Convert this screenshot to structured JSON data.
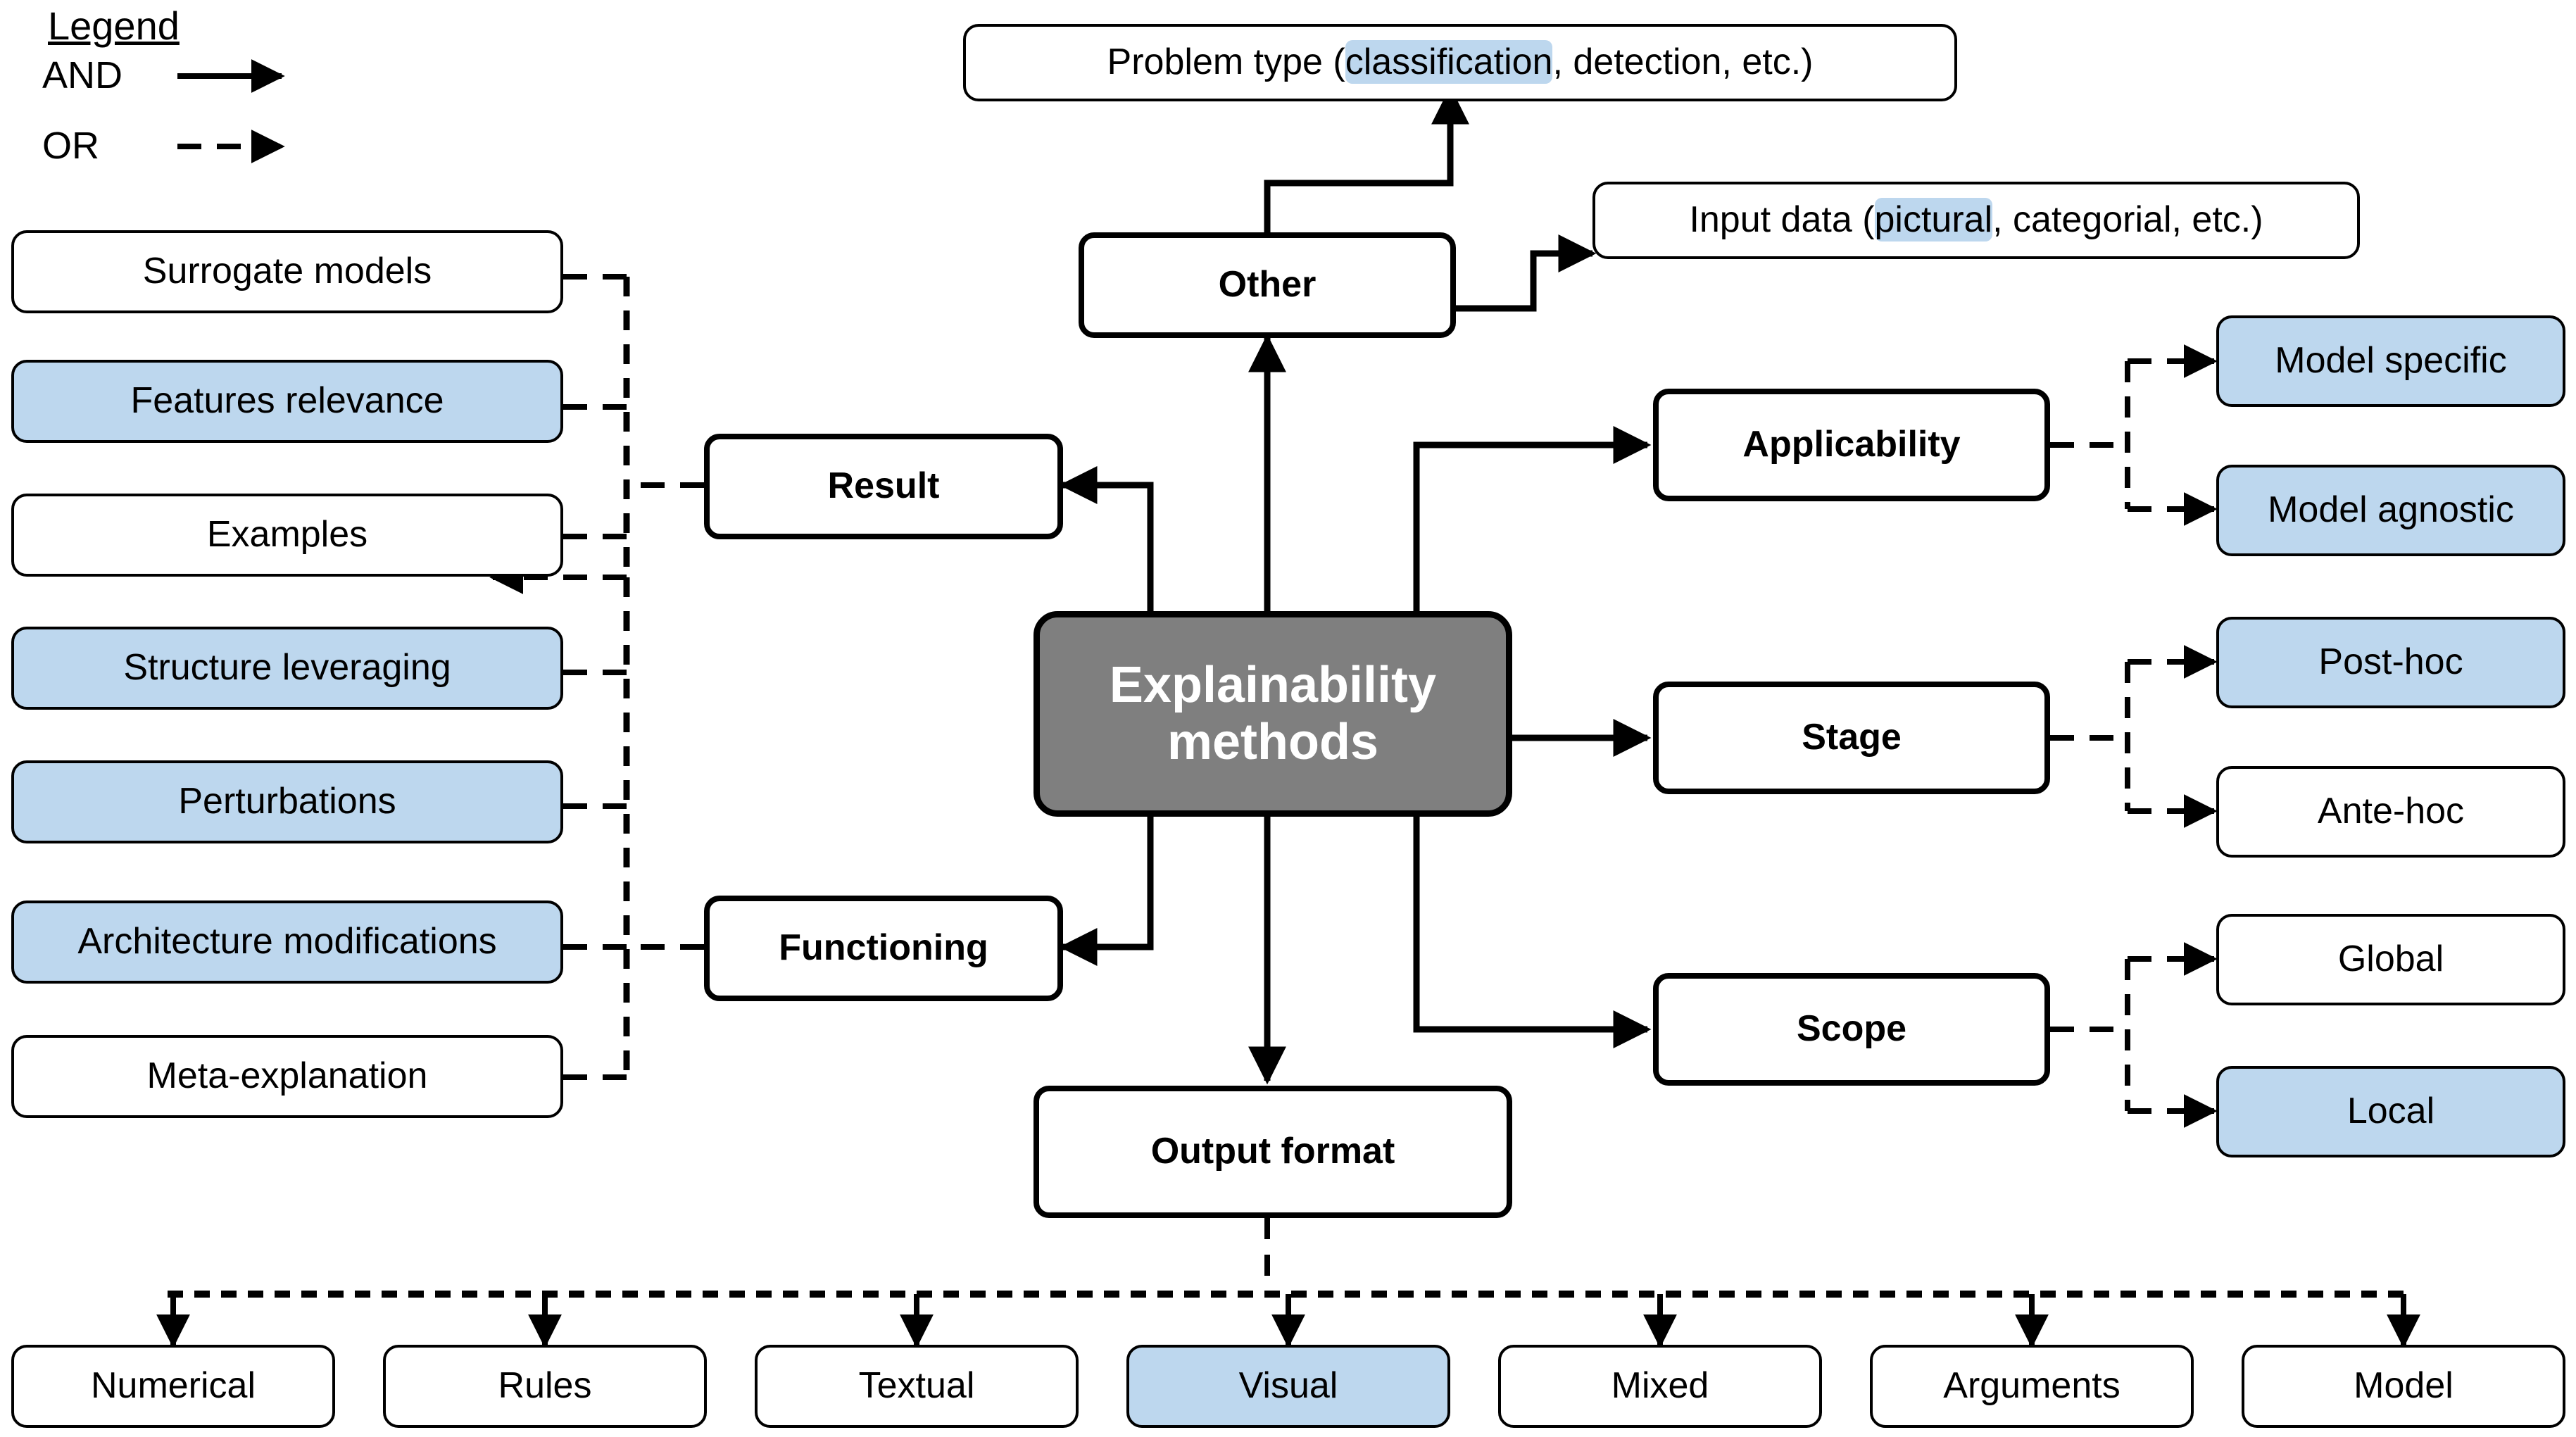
{
  "legend": {
    "title": "Legend",
    "items": [
      {
        "label": "AND",
        "style": "solid-arrow"
      },
      {
        "label": "OR",
        "style": "dashed-arrow"
      }
    ]
  },
  "center_node": {
    "line1": "Explainability",
    "line2": "methods",
    "fill": "#7F7F7F",
    "text_color": "#FFFFFF"
  },
  "highlight_color": "#BDD7EE",
  "categories": {
    "result": {
      "label": "Result",
      "bold": true
    },
    "functioning": {
      "label": "Functioning",
      "bold": true
    },
    "other": {
      "label": "Other",
      "bold": true
    },
    "output_format": {
      "label": "Output format",
      "bold": true
    },
    "applicability": {
      "label": "Applicability",
      "bold": true
    },
    "stage": {
      "label": "Stage",
      "bold": true
    },
    "scope": {
      "label": "Scope",
      "bold": true
    }
  },
  "left_column": [
    {
      "label": "Surrogate models",
      "highlighted": false
    },
    {
      "label": "Features relevance",
      "highlighted": true
    },
    {
      "label": "Examples",
      "highlighted": false
    },
    {
      "label": "Structure leveraging",
      "highlighted": true
    },
    {
      "label": "Perturbations",
      "highlighted": true
    },
    {
      "label": "Architecture modifications",
      "highlighted": true
    },
    {
      "label": "Meta-explanation",
      "highlighted": false
    }
  ],
  "other_children": [
    {
      "prefix": "Problem type (",
      "highlight": "classification",
      "suffix": ", detection, etc.)",
      "full": "Problem type (classification, detection, etc.)"
    },
    {
      "prefix": "Input data (",
      "highlight": "pictural",
      "suffix": ", categorial, etc.)",
      "full": "Input data (pictural, categorial, etc.)"
    }
  ],
  "applicability_children": [
    {
      "label": "Model specific",
      "highlighted": true
    },
    {
      "label": "Model agnostic",
      "highlighted": true
    }
  ],
  "stage_children": [
    {
      "label": "Post-hoc",
      "highlighted": true
    },
    {
      "label": "Ante-hoc",
      "highlighted": false
    }
  ],
  "scope_children": [
    {
      "label": "Global",
      "highlighted": false
    },
    {
      "label": "Local",
      "highlighted": true
    }
  ],
  "output_format_children": [
    {
      "label": "Numerical",
      "highlighted": false
    },
    {
      "label": "Rules",
      "highlighted": false
    },
    {
      "label": "Textual",
      "highlighted": false
    },
    {
      "label": "Visual",
      "highlighted": true
    },
    {
      "label": "Mixed",
      "highlighted": false
    },
    {
      "label": "Arguments",
      "highlighted": false
    },
    {
      "label": "Model",
      "highlighted": false
    }
  ]
}
